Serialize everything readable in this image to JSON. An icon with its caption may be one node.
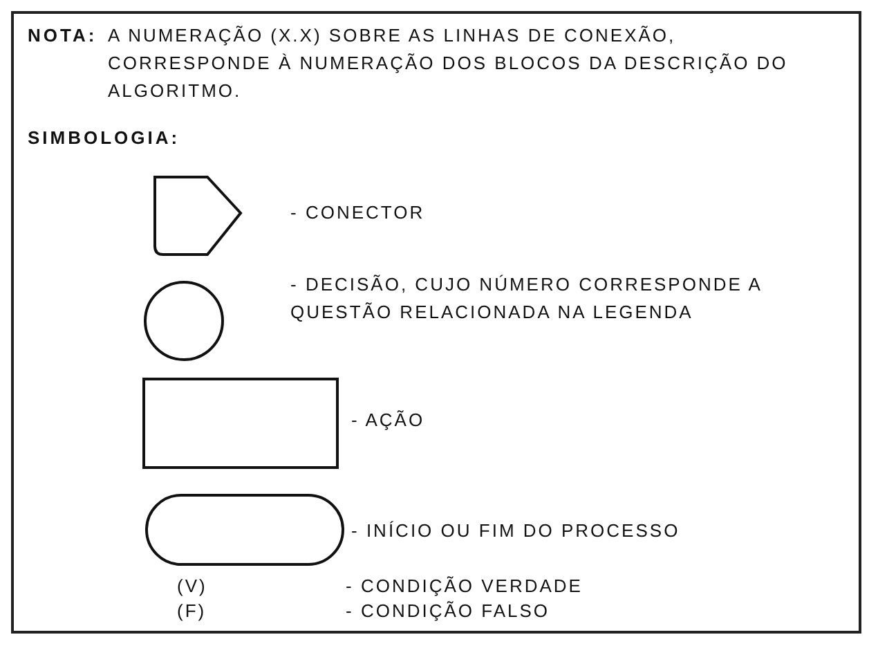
{
  "diagram": {
    "nodes": [
      {
        "text": [],
        "shape": "pentagon"
      },
      {
        "text": [],
        "shape": "circle"
      },
      {
        "text": [],
        "shape": "box"
      },
      {
        "text": [],
        "shape": "stadium"
      }
    ],
    "labels": [
      "NOTA:",
      "A NUMERAÇÃO (X.X) SOBRE AS LINHAS DE CONEXÃO, CORRESPONDE À NUMERAÇÃO DOS BLOCOS DA DESCRIÇÃO DO ALGORITMO.",
      "SIMBOLOGIA:",
      "(V)",
      "- CONDIÇÃO VERDADE",
      "(F)",
      "- CONDIÇÃO FALSO"
    ],
    "legend": [
      {
        "text": "- CONECTOR"
      },
      {
        "text": "- DECISÃO, CUJO NÚMERO CORRESPONDE A QUESTÃO RELACIONADA NA LEGENDA"
      },
      {
        "text": "- AÇÃO"
      },
      {
        "text": "- INÍCIO OU FIM DO PROCESSO"
      }
    ]
  }
}
